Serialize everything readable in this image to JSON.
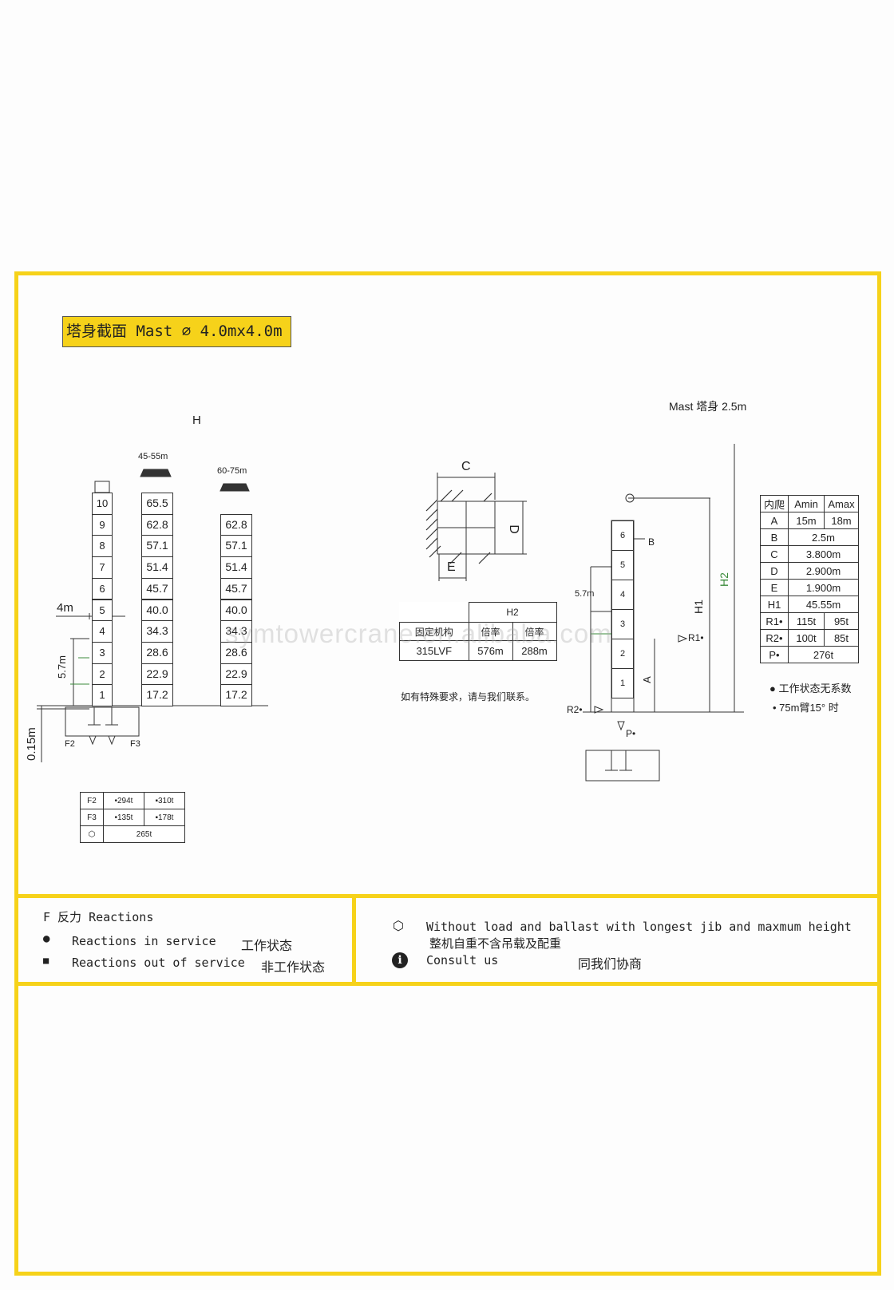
{
  "title": {
    "cn": "塔身截面",
    "en": "Mast",
    "size": "⌀ 4.0mx4.0m"
  },
  "h_label": "H",
  "mast_sections": [
    "10",
    "9",
    "8",
    "7",
    "6",
    "5",
    "4",
    "3",
    "2",
    "1"
  ],
  "col1": {
    "label": "45-55m",
    "values": [
      "65.5",
      "62.8",
      "57.1",
      "51.4",
      "45.7",
      "40.0",
      "34.3",
      "28.6",
      "22.9",
      "17.2"
    ]
  },
  "col2": {
    "label": "60-75m",
    "values": [
      "62.8",
      "57.1",
      "51.4",
      "45.7",
      "40.0",
      "34.3",
      "28.6",
      "22.9",
      "17.2"
    ]
  },
  "dims": {
    "w4": "4m",
    "h57": "5.7m",
    "h015": "0.15m",
    "f2": "F2",
    "f3": "F3"
  },
  "reactions_table": {
    "rows": [
      {
        "label": "F2",
        "a": "•294t",
        "b": "▪310t"
      },
      {
        "label": "F3",
        "a": "•135t",
        "b": "▪178t"
      }
    ],
    "weight": "265t"
  },
  "section": {
    "c": "C",
    "d": "D",
    "e": "E"
  },
  "h2_table": {
    "header": "H2",
    "cols": [
      "固定机构",
      "倍率",
      "倍率"
    ],
    "row": [
      "315LVF",
      "576m",
      "288m"
    ]
  },
  "special_note": "如有特殊要求，请与我们联系。",
  "climbing": {
    "title": "Mast 塔身 2.5m",
    "sections": [
      "6",
      "5",
      "4",
      "3",
      "2",
      "1"
    ],
    "labels": {
      "b": "B",
      "a": "A",
      "h1": "H1",
      "h2": "H2",
      "r1": "R1•",
      "r2": "R2•",
      "p": "P•",
      "h57": "5.7m"
    }
  },
  "climb_table": {
    "header": [
      "内爬",
      "Amin",
      "Amax"
    ],
    "rows": [
      [
        "A",
        "15m",
        "18m"
      ],
      [
        "B",
        "2.5m"
      ],
      [
        "C",
        "3.800m"
      ],
      [
        "D",
        "2.900m"
      ],
      [
        "E",
        "1.900m"
      ],
      [
        "H1",
        "45.55m"
      ],
      [
        "R1•",
        "115t",
        "95t"
      ],
      [
        "R2•",
        "100t",
        "85t"
      ],
      [
        "P•",
        "276t"
      ]
    ],
    "note1": "● 工作状态无系数",
    "note2": "• 75m臂15° 时"
  },
  "legend": {
    "f_title": "F 反力  Reactions",
    "in_service": "Reactions in service",
    "in_service_cn": "工作状态",
    "out_service": "Reactions out of service",
    "out_service_cn": "非工作状态",
    "without_load": "Without load and ballast with longest jib and maxmum height",
    "without_load_cn": "整机自重不含吊载及配重",
    "consult": "Consult us",
    "consult_cn": "同我们协商"
  },
  "watermark": "symtowercrane.en.alibaba.com",
  "colors": {
    "accent": "#f6d21a",
    "line": "#333333",
    "green": "#3a8a3a"
  }
}
